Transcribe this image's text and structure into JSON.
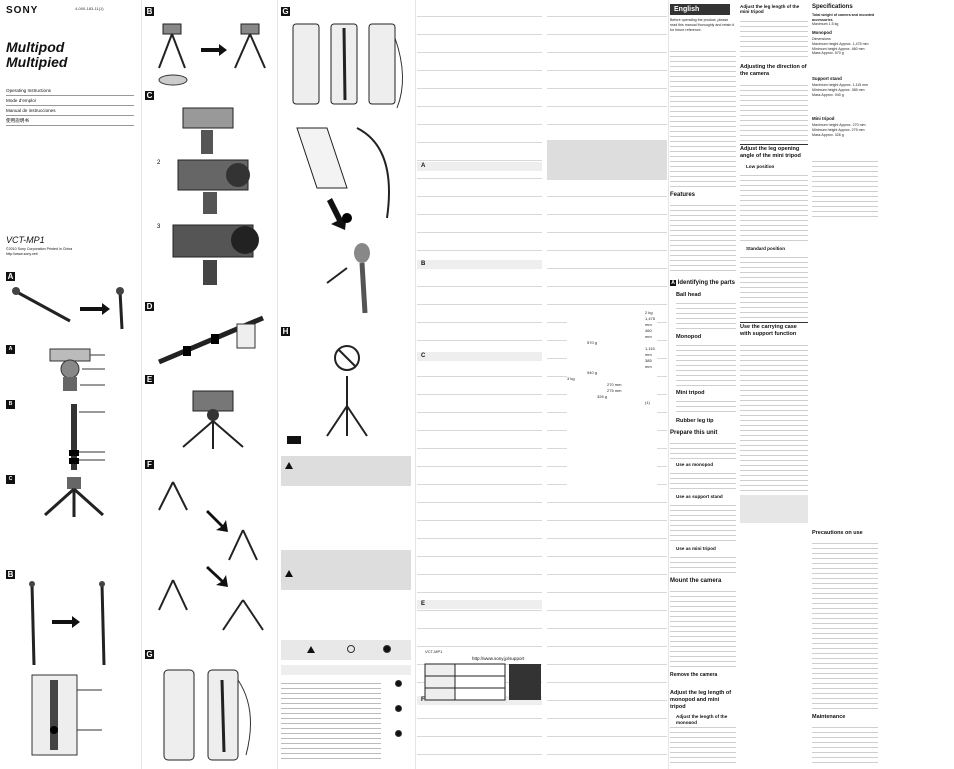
{
  "cover": {
    "brand": "SONY",
    "doc_code": "4-000-183-11(1)",
    "title_line1": "Multipod",
    "title_line2": "Multipied",
    "instructions": [
      "Operating Instructions",
      "Mode d’emploi",
      "Manual de instrucciones",
      "使用說明书"
    ],
    "model": "VCT-MP1",
    "copyright": "©2010 Sony Corporation     Printed in China",
    "url": "http://www.sony.net/"
  },
  "figures": {
    "A": "A",
    "B": "B",
    "C": "C",
    "D": "D",
    "E": "E",
    "F": "F",
    "G": "G",
    "H": "H"
  },
  "english": {
    "lang_tab": "English",
    "intro": "Before operating the product, please read this manual thoroughly and retain it for future reference.",
    "features_title": "Features",
    "identifying_title": "Identifying the parts",
    "ball_head": "Ball head",
    "monopod": "Monopod",
    "mini_tripod": "Mini tripod",
    "rubber_tip": "Rubber leg tip",
    "prepare_title": "Prepare this unit",
    "use_monopod": "Use as monopod",
    "use_support": "Use as support stand",
    "use_mini": "Use as mini tripod",
    "mount_title": "Mount the camera",
    "remove_title": "Remove the camera",
    "adjust_leg_title": "Adjust the leg length of monopod and mini tripod",
    "adjust_leg_mono": "Adjust the length of the monopod",
    "adjust_leg_mini": "Adjust the leg length of the mini tripod",
    "adjust_dir_title": "Adjusting the direction of the camera",
    "adjust_angle_title": "Adjust the leg opening angle of the mini tripod",
    "low_position": "Low position",
    "standard_position": "Standard position",
    "carry_title": "Use the carrying case with support function",
    "specs_title": "Specifications",
    "precautions_title": "Precautions on use",
    "maintenance_title": "Maintenance",
    "website": "http://www.sony.jp/support"
  },
  "specs": {
    "intro": "Total weight of camera and mounted accessories",
    "max_load": "Maximum 1.5 kg",
    "groups": [
      {
        "name": "Monopod",
        "rows": [
          [
            "Dimensions",
            ""
          ],
          [
            "Maximum height",
            "Approx. 1,475 mm"
          ],
          [
            "Minimum height",
            "Approx. 460 mm"
          ],
          [
            "Mass",
            "Approx. 570 g"
          ]
        ]
      },
      {
        "name": "Support stand",
        "rows": [
          [
            "Maximum height",
            "Approx. 1,115 mm"
          ],
          [
            "Minimum height",
            "Approx. 385 mm"
          ],
          [
            "Mass",
            "Approx. 940 g"
          ]
        ]
      },
      {
        "name": "Mini tripod",
        "rows": [
          [
            "Maximum height",
            "Approx. 270 mm"
          ],
          [
            "Minimum height",
            "Approx. 275 mm"
          ],
          [
            "Mass",
            "Approx. 326 g"
          ]
        ]
      }
    ]
  },
  "jp_specs": [
    "2 kg",
    "1,475 mm",
    "460 mm",
    "570 g",
    "1,115 mm",
    "385 mm",
    "940 g",
    "3 kg",
    "270 mm",
    "275 mm",
    "326 g",
    "(1)"
  ],
  "footer_model": "VCT-MP1"
}
